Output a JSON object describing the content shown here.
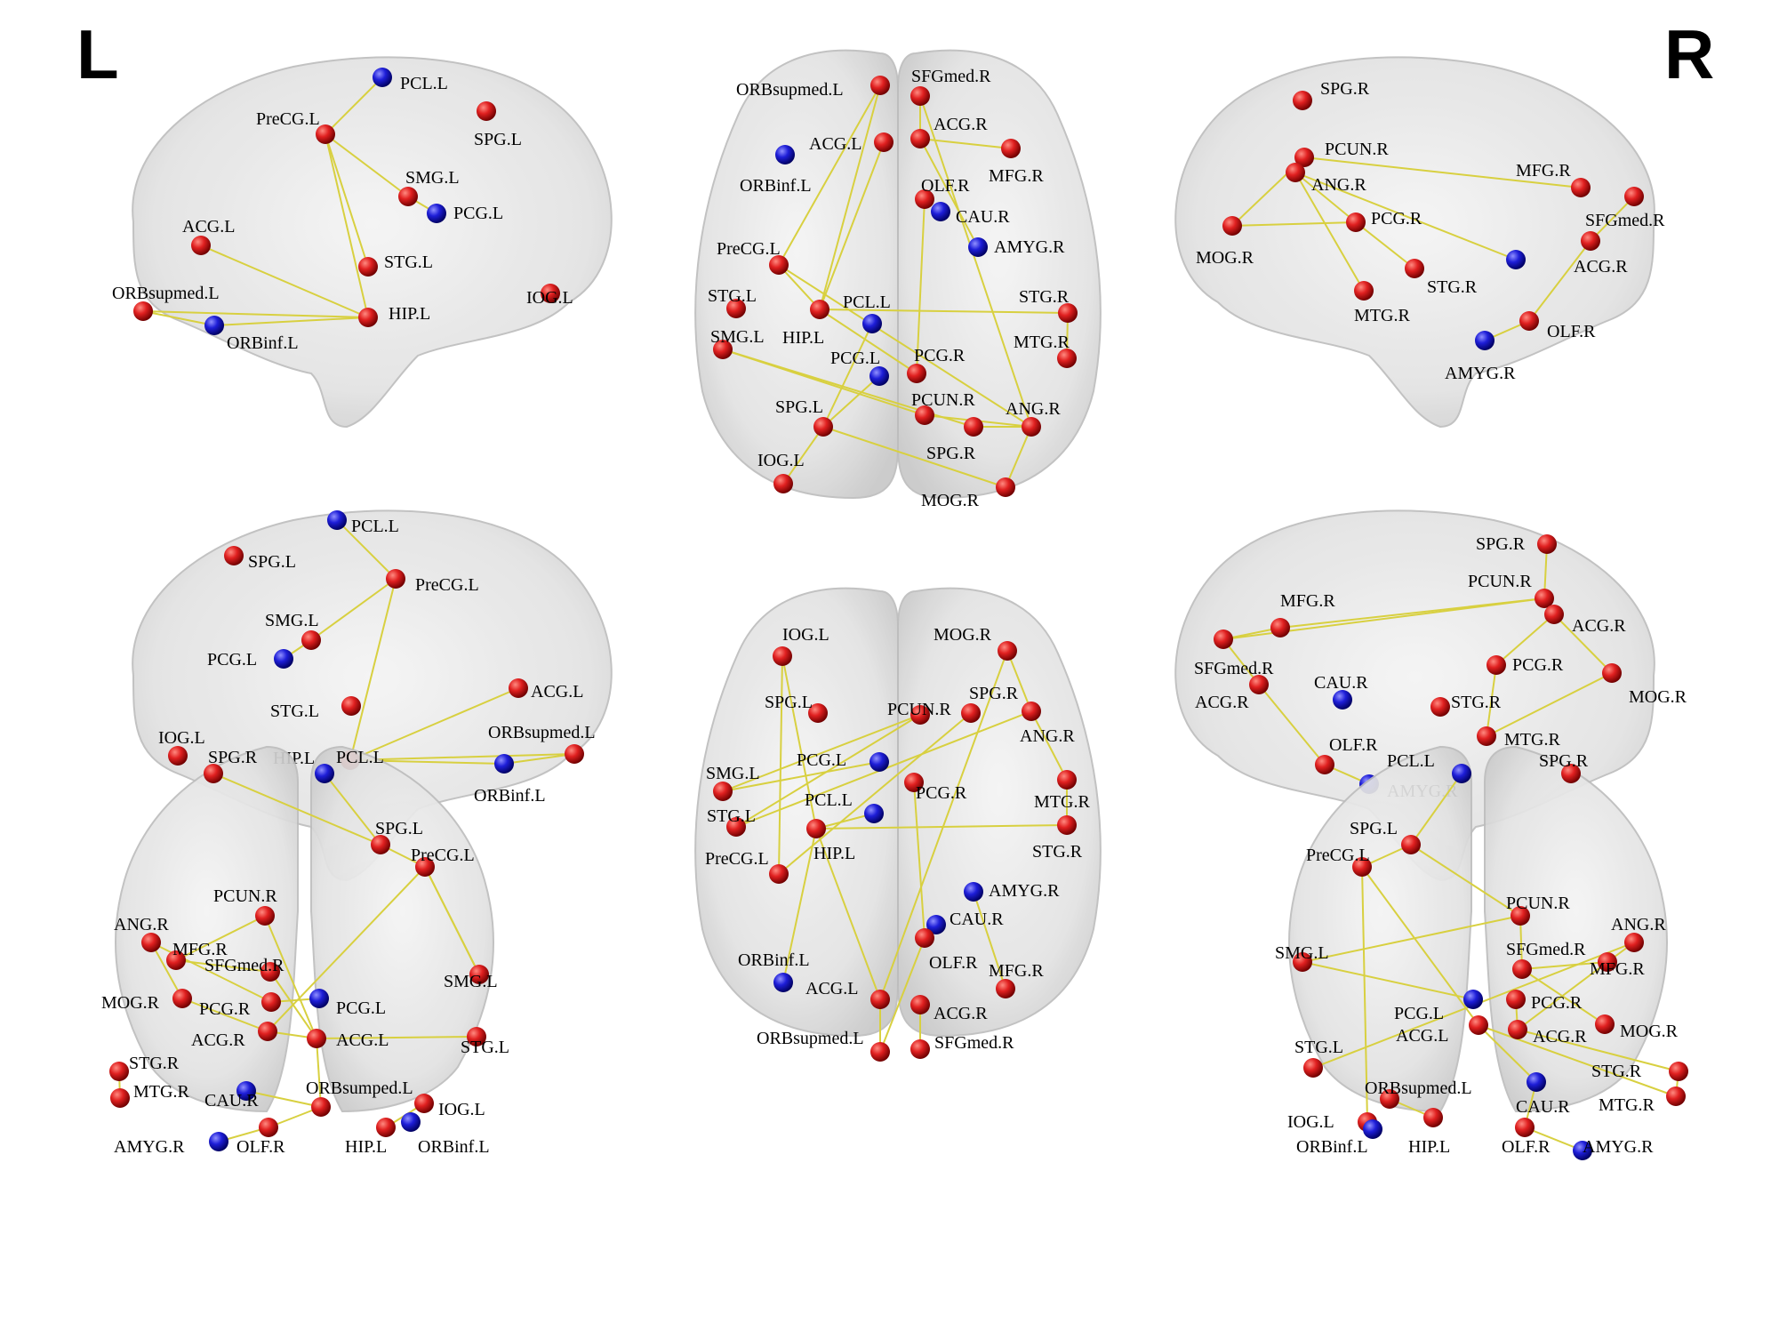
{
  "figure": {
    "side_left": "L",
    "side_right": "R",
    "node_colors": {
      "red": "#d81818",
      "blue": "#1a1ad0"
    },
    "edge_color": "#d8d040",
    "brain_fill": "#e4e4e4",
    "views": [
      {
        "id": "sagittal-left",
        "nodes": [
          {
            "label": "PCL.L",
            "color": "blue"
          },
          {
            "label": "PreCG.L",
            "color": "red"
          },
          {
            "label": "SPG.L",
            "color": "red"
          },
          {
            "label": "SMG.L",
            "color": "red"
          },
          {
            "label": "PCG.L",
            "color": "blue"
          },
          {
            "label": "ACG.L",
            "color": "red"
          },
          {
            "label": "STG.L",
            "color": "red"
          },
          {
            "label": "ORBsupmed.L",
            "color": "red"
          },
          {
            "label": "HIP.L",
            "color": "red"
          },
          {
            "label": "IOG.L",
            "color": "red"
          },
          {
            "label": "ORBinf.L",
            "color": "blue"
          }
        ]
      },
      {
        "id": "axial-top",
        "nodes": [
          {
            "label": "ORBsupmed.L",
            "color": "red"
          },
          {
            "label": "SFGmed.R",
            "color": "red"
          },
          {
            "label": "ACG.L",
            "color": "red"
          },
          {
            "label": "ACG.R",
            "color": "red"
          },
          {
            "label": "ORBinf.L",
            "color": "blue"
          },
          {
            "label": "OLF.R",
            "color": "red"
          },
          {
            "label": "MFG.R",
            "color": "red"
          },
          {
            "label": "CAU.R",
            "color": "blue"
          },
          {
            "label": "AMYG.R",
            "color": "blue"
          },
          {
            "label": "PreCG.L",
            "color": "red"
          },
          {
            "label": "STG.L",
            "color": "red"
          },
          {
            "label": "PCL.L",
            "color": "blue"
          },
          {
            "label": "STG.R",
            "color": "red"
          },
          {
            "label": "SMG.L",
            "color": "red"
          },
          {
            "label": "HIP.L",
            "color": "red"
          },
          {
            "label": "MTG.R",
            "color": "red"
          },
          {
            "label": "PCG.L",
            "color": "blue"
          },
          {
            "label": "PCG.R",
            "color": "red"
          },
          {
            "label": "PCUN.R",
            "color": "red"
          },
          {
            "label": "SPG.L",
            "color": "red"
          },
          {
            "label": "ANG.R",
            "color": "red"
          },
          {
            "label": "SPG.R",
            "color": "red"
          },
          {
            "label": "IOG.L",
            "color": "red"
          },
          {
            "label": "MOG.R",
            "color": "red"
          }
        ]
      },
      {
        "id": "sagittal-right",
        "nodes": [
          {
            "label": "SPG.R",
            "color": "red"
          },
          {
            "label": "PCUN.R",
            "color": "red"
          },
          {
            "label": "ANG.R",
            "color": "red"
          },
          {
            "label": "MFG.R",
            "color": "red"
          },
          {
            "label": "PCG.R",
            "color": "red"
          },
          {
            "label": "SFGmed.R",
            "color": "red"
          },
          {
            "label": "MOG.R",
            "color": "red"
          },
          {
            "label": "ACG.R",
            "color": "red"
          },
          {
            "label": "STG.R",
            "color": "red"
          },
          {
            "label": "MTG.R",
            "color": "red"
          },
          {
            "label": "OLF.R",
            "color": "red"
          },
          {
            "label": "AMYG.R",
            "color": "blue"
          },
          {
            "label": "",
            "color": "blue"
          }
        ]
      },
      {
        "id": "medial-left",
        "nodes": [
          {
            "label": "PCL.L",
            "color": "blue"
          },
          {
            "label": "SPG.L",
            "color": "red"
          },
          {
            "label": "PreCG.L",
            "color": "red"
          },
          {
            "label": "SMG.L",
            "color": "red"
          },
          {
            "label": "PCG.L",
            "color": "blue"
          },
          {
            "label": "ACG.L",
            "color": "red"
          },
          {
            "label": "STG.L",
            "color": "red"
          },
          {
            "label": "ORBsupmed.L",
            "color": "red"
          },
          {
            "label": "IOG.L",
            "color": "red"
          },
          {
            "label": "HIP.L",
            "color": "red"
          },
          {
            "label": "ORBinf.L",
            "color": "blue"
          }
        ]
      },
      {
        "id": "axial-bottom",
        "nodes": [
          {
            "label": "IOG.L",
            "color": "red"
          },
          {
            "label": "MOG.R",
            "color": "red"
          },
          {
            "label": "SPG.L",
            "color": "red"
          },
          {
            "label": "PCUN.R",
            "color": "red"
          },
          {
            "label": "SPG.R",
            "color": "red"
          },
          {
            "label": "ANG.R",
            "color": "red"
          },
          {
            "label": "SMG.L",
            "color": "red"
          },
          {
            "label": "PCG.L",
            "color": "blue"
          },
          {
            "label": "PCG.R",
            "color": "red"
          },
          {
            "label": "PCL.L",
            "color": "blue"
          },
          {
            "label": "MTG.R",
            "color": "red"
          },
          {
            "label": "STG.L",
            "color": "red"
          },
          {
            "label": "HIP.L",
            "color": "red"
          },
          {
            "label": "STG.R",
            "color": "red"
          },
          {
            "label": "PreCG.L",
            "color": "red"
          },
          {
            "label": "AMYG.R",
            "color": "blue"
          },
          {
            "label": "CAU.R",
            "color": "blue"
          },
          {
            "label": "OLF.R",
            "color": "red"
          },
          {
            "label": "ORBinf.L",
            "color": "blue"
          },
          {
            "label": "MFG.R",
            "color": "red"
          },
          {
            "label": "ACG.L",
            "color": "red"
          },
          {
            "label": "ACG.R",
            "color": "red"
          },
          {
            "label": "ORBsupmed.L",
            "color": "red"
          },
          {
            "label": "SFGmed.R",
            "color": "red"
          }
        ]
      },
      {
        "id": "medial-right",
        "nodes": [
          {
            "label": "SPG.R",
            "color": "red"
          },
          {
            "label": "PCUN.R",
            "color": "red"
          },
          {
            "label": "MFG.R",
            "color": "red"
          },
          {
            "label": "ACG.R",
            "color": "red"
          },
          {
            "label": "SFGmed.R",
            "color": "red"
          },
          {
            "label": "CAU.R",
            "color": "blue"
          },
          {
            "label": "PCG.R",
            "color": "red"
          },
          {
            "label": "MOG.R",
            "color": "red"
          },
          {
            "label": "ACG.R",
            "color": "red"
          },
          {
            "label": "STG.R",
            "color": "red"
          },
          {
            "label": "MTG.R",
            "color": "red"
          },
          {
            "label": "OLF.R",
            "color": "red"
          },
          {
            "label": "AMYG.R",
            "color": "blue"
          }
        ]
      },
      {
        "id": "coronal-front",
        "nodes": [
          {
            "label": "SPG.R",
            "color": "red"
          },
          {
            "label": "PCL.L",
            "color": "blue"
          },
          {
            "label": "SPG.L",
            "color": "red"
          },
          {
            "label": "PreCG.L",
            "color": "red"
          },
          {
            "label": "PCUN.R",
            "color": "red"
          },
          {
            "label": "ANG.R",
            "color": "red"
          },
          {
            "label": "MFG.R",
            "color": "red"
          },
          {
            "label": "SFGmed.R",
            "color": "red"
          },
          {
            "label": "SMG.L",
            "color": "red"
          },
          {
            "label": "MOG.R",
            "color": "red"
          },
          {
            "label": "PCG.R",
            "color": "red"
          },
          {
            "label": "PCG.L",
            "color": "blue"
          },
          {
            "label": "ACG.R",
            "color": "red"
          },
          {
            "label": "ACG.L",
            "color": "red"
          },
          {
            "label": "STG.L",
            "color": "red"
          },
          {
            "label": "STG.R",
            "color": "red"
          },
          {
            "label": "CAU.R",
            "color": "blue"
          },
          {
            "label": "MTG.R",
            "color": "red"
          },
          {
            "label": "ORBsumped.L",
            "color": "red"
          },
          {
            "label": "IOG.L",
            "color": "red"
          },
          {
            "label": "AMYG.R",
            "color": "blue"
          },
          {
            "label": "OLF.R",
            "color": "red"
          },
          {
            "label": "HIP.L",
            "color": "red"
          },
          {
            "label": "ORBinf.L",
            "color": "blue"
          }
        ]
      },
      {
        "id": "coronal-back",
        "nodes": [
          {
            "label": "PCL.L",
            "color": "blue"
          },
          {
            "label": "SPG.R",
            "color": "red"
          },
          {
            "label": "SPG.L",
            "color": "red"
          },
          {
            "label": "PreCG.L",
            "color": "red"
          },
          {
            "label": "PCUN.R",
            "color": "red"
          },
          {
            "label": "ANG.R",
            "color": "red"
          },
          {
            "label": "SMG.L",
            "color": "red"
          },
          {
            "label": "SFGmed.R",
            "color": "red"
          },
          {
            "label": "MFG.R",
            "color": "red"
          },
          {
            "label": "PCG.L",
            "color": "blue"
          },
          {
            "label": "PCG.R",
            "color": "red"
          },
          {
            "label": "ACG.L",
            "color": "red"
          },
          {
            "label": "ACG.R",
            "color": "red"
          },
          {
            "label": "MOG.R",
            "color": "red"
          },
          {
            "label": "STG.L",
            "color": "red"
          },
          {
            "label": "STG.R",
            "color": "red"
          },
          {
            "label": "CAU.R",
            "color": "blue"
          },
          {
            "label": "ORBsupmed.L",
            "color": "red"
          },
          {
            "label": "MTG.R",
            "color": "red"
          },
          {
            "label": "IOG.L",
            "color": "red"
          },
          {
            "label": "ORBinf.L",
            "color": "blue"
          },
          {
            "label": "HIP.L",
            "color": "red"
          },
          {
            "label": "OLF.R",
            "color": "red"
          },
          {
            "label": "AMYG.R",
            "color": "blue"
          }
        ]
      }
    ]
  }
}
